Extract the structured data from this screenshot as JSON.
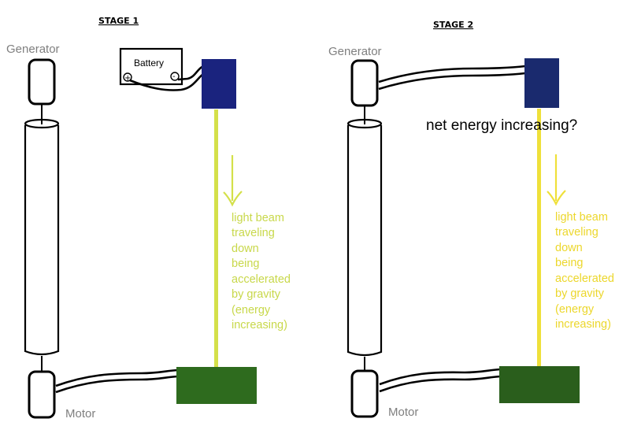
{
  "stages": [
    {
      "title": "STAGE 1",
      "generator_label": "Generator",
      "motor_label": "Motor",
      "battery_label": "Battery",
      "battery_plus": "+",
      "battery_minus": "-",
      "beam_text": [
        "light beam",
        "traveling",
        "down",
        "being",
        "accelerated",
        "by gravity",
        "(energy",
        "increasing)"
      ],
      "emitter_color": "#1a237e",
      "receiver_color": "#2e6b1e",
      "beam_color": "#d4e04a"
    },
    {
      "title": "STAGE 2",
      "generator_label": "Generator",
      "motor_label": "Motor",
      "question": "net energy increasing?",
      "beam_text": [
        "light beam",
        "traveling",
        "down",
        "being",
        "accelerated",
        "by gravity",
        "(energy",
        "increasing)"
      ],
      "emitter_color": "#1a2a6e",
      "receiver_color": "#2a5e1c",
      "beam_color": "#efe03a"
    }
  ]
}
